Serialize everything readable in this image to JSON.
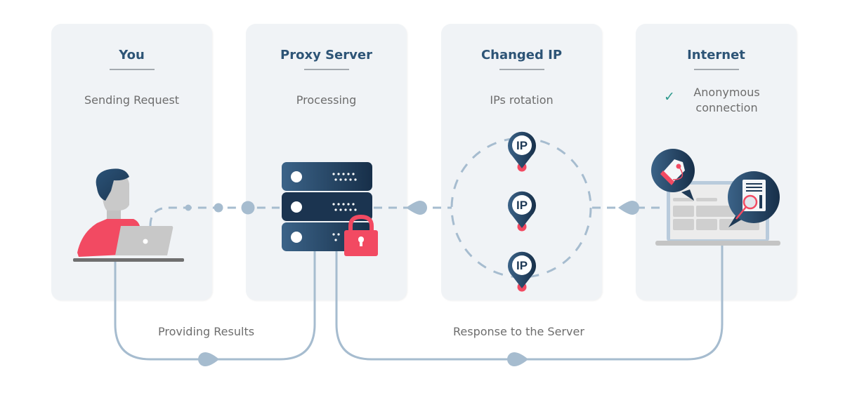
{
  "diagram": {
    "cards": [
      {
        "title": "You",
        "subtitle": "Sending Request",
        "icon": "person-with-laptop-icon"
      },
      {
        "title": "Proxy Server",
        "subtitle": "Processing",
        "icon": "server-rack-lock-icon"
      },
      {
        "title": "Changed IP",
        "subtitle": "IPs rotation",
        "icon": "ip-pin-rotation-icon"
      },
      {
        "title": "Internet",
        "subtitle_line1": "Anonymous",
        "subtitle_line2": "connection",
        "status_icon": "checkmark-icon",
        "icon": "laptop-webpage-icon"
      }
    ],
    "flows": [
      {
        "label": "Providing Results",
        "from": "Proxy Server",
        "to": "You"
      },
      {
        "label": "Response to the Server",
        "from": "Internet",
        "to": "Proxy Server"
      }
    ],
    "ip_pins": [
      "IP",
      "IP",
      "IP"
    ],
    "colors": {
      "card_bg": "#f0f3f6",
      "title": "#2d5476",
      "text": "#6d6d6d",
      "connector": "#a6bccf",
      "accent_red": "#f24a62",
      "navy": "#1f3a56",
      "check": "#2f9a8e"
    }
  }
}
